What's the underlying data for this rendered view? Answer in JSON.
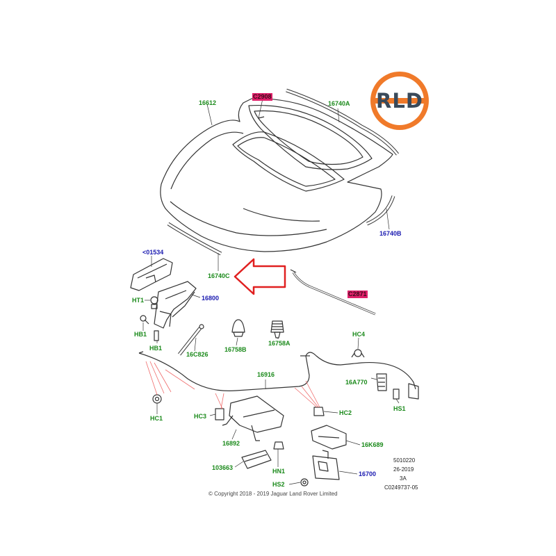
{
  "logo": {
    "text": "RLD",
    "ring_color": "#f07a2a",
    "text_color": "#3a4a5a"
  },
  "accent_colors": {
    "part_label": "#1b8a1b",
    "fastener_label": "#1a1ab0",
    "highlight": "#e0206a",
    "arrow": "#e02020",
    "leader_lines": "#ef6b6b"
  },
  "labels": {
    "l16612": "16612",
    "lhood_seal": "C2908",
    "l16740A": "16740A",
    "l16740B": "16740B",
    "l16740C": "16740C",
    "l01534": "<01534",
    "l16800": "16800",
    "lHT1": "HT1",
    "lHB1a": "HB1",
    "lHB1b": "HB1",
    "l16C826": "16C826",
    "l16758B": "16758B",
    "l16758A": "16758A",
    "lcable_seal": "C2871",
    "lHC4": "HC4",
    "l16916": "16916",
    "l16A770": "16A770",
    "lHS1": "HS1",
    "lHC1": "HC1",
    "lHC3": "HC3",
    "lHC2": "HC2",
    "l16892": "16892",
    "l16K689": "16K689",
    "l103663": "103663",
    "lHN1": "HN1",
    "l16700": "16700",
    "lHS2": "HS2"
  },
  "meta": {
    "line1": "5010220",
    "line2": "26-2019",
    "line3": "3A",
    "line4": "C0249737-05"
  },
  "copyright": "© Copyright  2018 - 2019  Jaguar Land Rover Limited"
}
